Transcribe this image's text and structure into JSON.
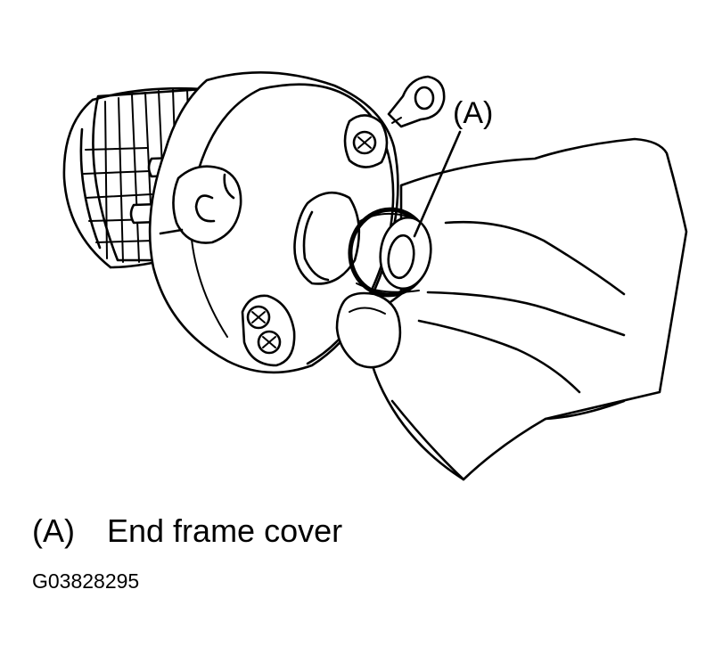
{
  "figure": {
    "callout": "(A)",
    "legend": [
      {
        "key": "(A)",
        "label": "End frame cover"
      }
    ],
    "figure_id": "G03828295"
  }
}
